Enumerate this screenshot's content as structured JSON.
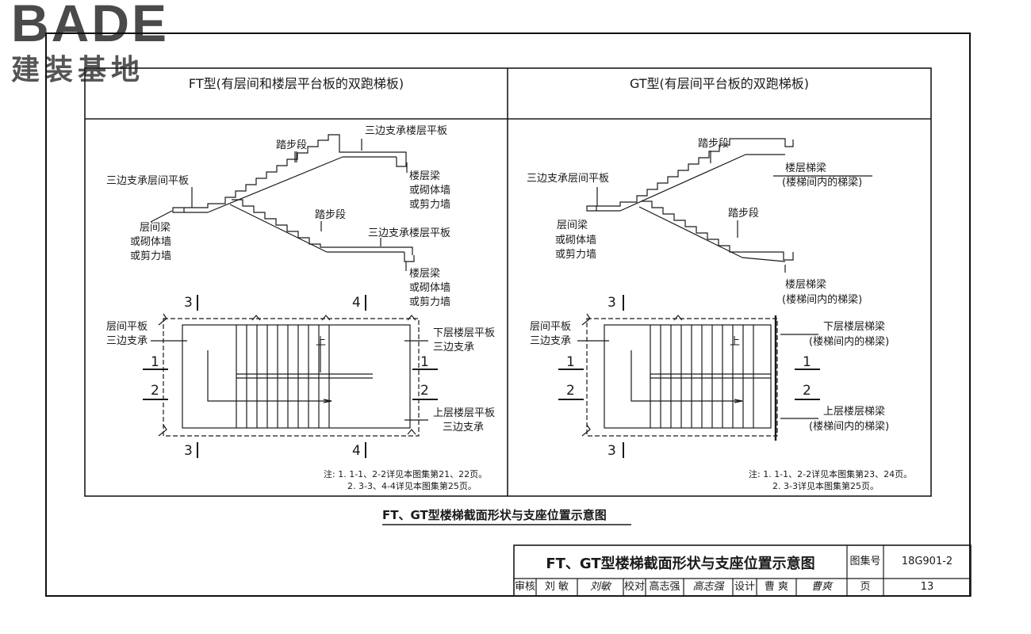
{
  "logo": {
    "brand": "BADE",
    "cn": "建装基地"
  },
  "ft": {
    "title": "FT型(有层间和楼层平台板的双跑梯板)",
    "labels": {
      "tread1": "踏步段",
      "top_slab": "三边支承楼层平板",
      "mid_slab": "三边支承层间平板",
      "floor_beam1": [
        "楼层梁",
        "或砌体墙",
        "或剪力墙"
      ],
      "mid_beam": [
        "层间梁",
        "或砌体墙",
        "或剪力墙"
      ],
      "tread2": "踏步段",
      "low_slab": "三边支承楼层平板",
      "floor_beam2": [
        "楼层梁",
        "或砌体墙",
        "或剪力墙"
      ],
      "plan_mid": [
        "层间平板",
        "三边支承"
      ],
      "plan_low": [
        "下层楼层平板",
        "三边支承"
      ],
      "plan_up": [
        "上层楼层平板",
        "三边支承"
      ],
      "up": "上"
    },
    "sections": {
      "s1": "1",
      "s2": "2",
      "s3": "3",
      "s4": "4"
    },
    "notes": [
      "注:  1. 1-1、2-2详见本图集第21、22页。",
      "2. 3-3、4-4详见本图集第25页。"
    ]
  },
  "gt": {
    "title": "GT型(有层间平台板的双跑梯板)",
    "labels": {
      "mid_slab": "三边支承层间平板",
      "tread1": "踏步段",
      "floor_beam1": [
        "楼层梯梁",
        "(楼梯间内的梯梁)"
      ],
      "mid_beam": [
        "层间梁",
        "或砌体墙",
        "或剪力墙"
      ],
      "tread2": "踏步段",
      "floor_beam2": [
        "楼层梯梁",
        "(楼梯间内的梯梁)"
      ],
      "plan_mid": [
        "层间平板",
        "三边支承"
      ],
      "plan_low": [
        "下层楼层梯梁",
        "(楼梯间内的梯梁)"
      ],
      "plan_up": [
        "上层楼层梯梁",
        "(楼梯间内的梯梁)"
      ],
      "up": "上"
    },
    "sections": {
      "s1": "1",
      "s2": "2",
      "s3": "3"
    },
    "notes": [
      "注:  1. 1-1、2-2详见本图集第23、24页。",
      "2. 3-3详见本图集第25页。"
    ]
  },
  "caption": "FT、GT型楼梯截面形状与支座位置示意图",
  "title_block": {
    "title": "FT、GT型楼梯截面形状与支座位置示意图",
    "atlas_label": "图集号",
    "atlas_no": "18G901-2",
    "review": "审核",
    "reviewer": "刘  敏",
    "reviewer_sign": "刘敏",
    "check": "校对",
    "checker": "高志强",
    "checker_sign": "高志强",
    "design": "设计",
    "designer": "曹  爽",
    "designer_sign": "曹爽",
    "page_label": "页",
    "page_no": "13"
  }
}
